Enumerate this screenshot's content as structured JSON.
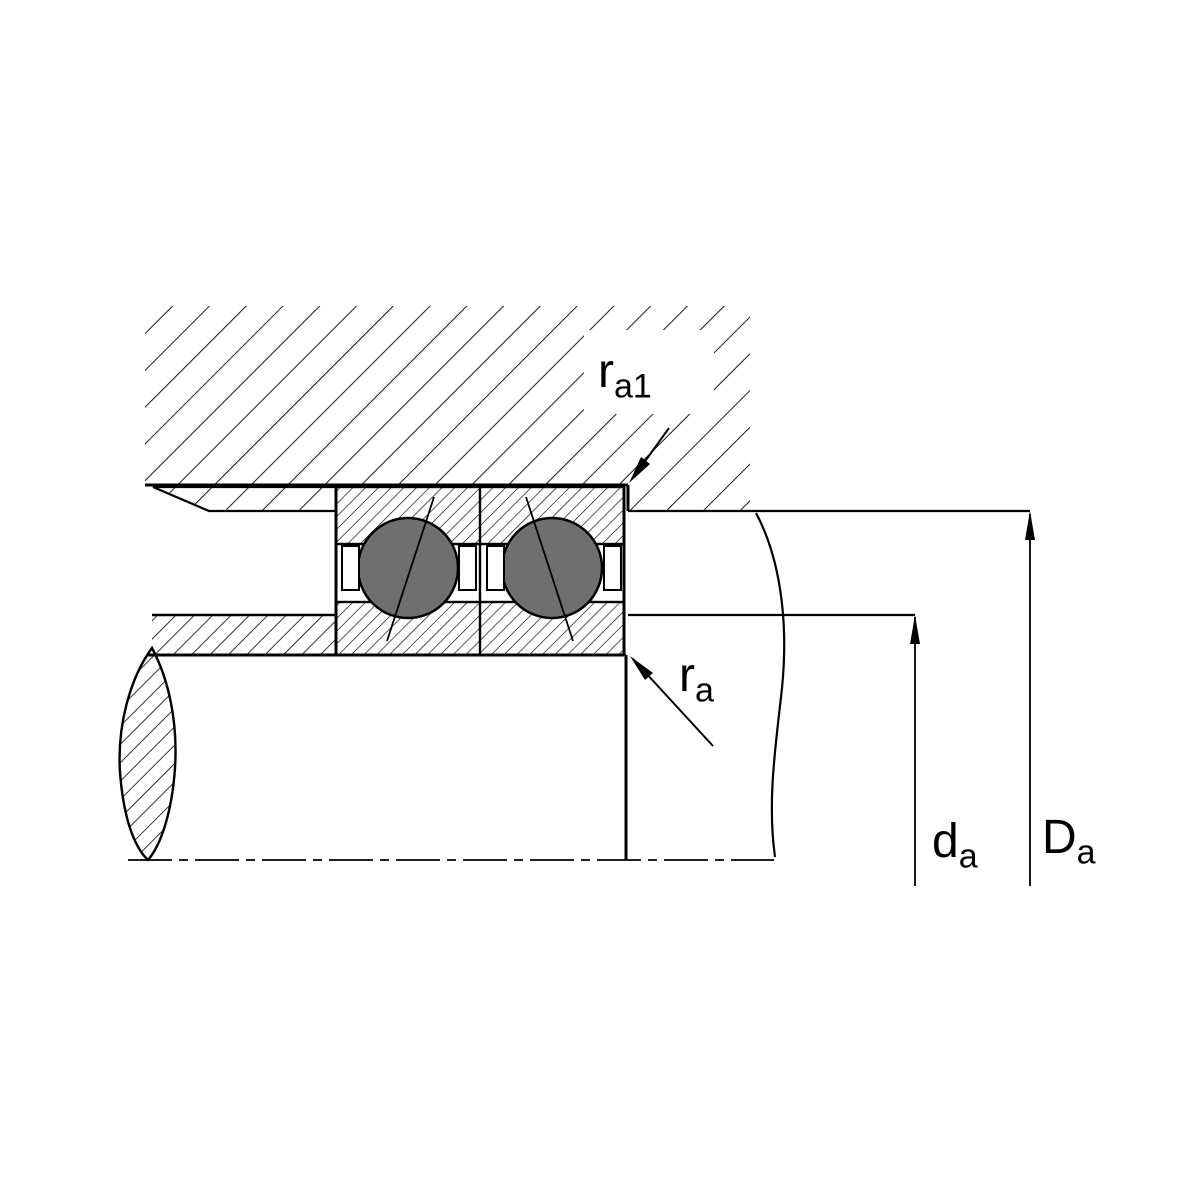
{
  "drawing": {
    "background": "#ffffff",
    "line_color": "#000000",
    "ball_color": "#6f6f6f"
  },
  "labels": {
    "ra1": {
      "main": "r",
      "sub": "a1"
    },
    "ra": {
      "main": "r",
      "sub": "a"
    },
    "da": {
      "main": "d",
      "sub": "a"
    },
    "Da": {
      "main": "D",
      "sub": "a"
    }
  }
}
